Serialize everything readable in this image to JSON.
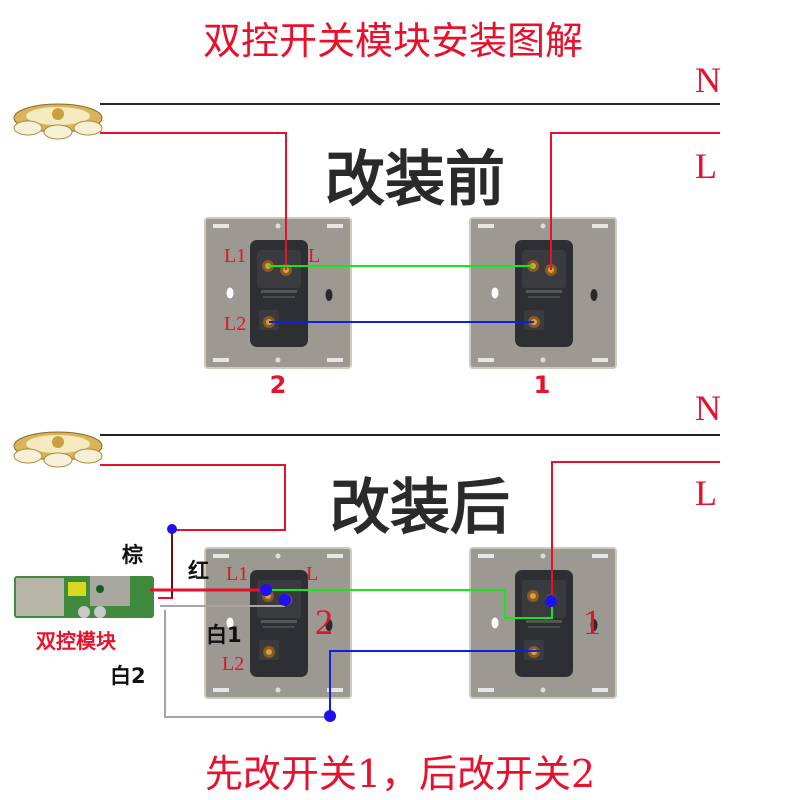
{
  "title": "双控开关模块安装图解",
  "before": {
    "heading": "改装前",
    "line_n": "N",
    "line_l": "L",
    "switch_left": {
      "number": "2",
      "t_l1": "L1",
      "t_l": "L",
      "t_l2": "L2"
    },
    "switch_right": {
      "number": "1"
    }
  },
  "after": {
    "heading": "改装后",
    "line_n": "N",
    "line_l": "L",
    "switch_left": {
      "number": "2",
      "t_l1": "L1",
      "t_l": "L",
      "t_l2": "L2"
    },
    "switch_right": {
      "number": "1"
    },
    "module_label": "双控模块",
    "wire_brown": "棕",
    "wire_red": "红",
    "wire_white1": "白1",
    "wire_white2": "白2"
  },
  "footer": "先改开关1，后改开关2",
  "colors": {
    "live": "#e8102a",
    "neutral": "#222222",
    "traveler1": "#19e619",
    "traveler2": "#1020e0",
    "dot": "#2010f0",
    "white_wire": "#a8a4a4",
    "brown_wire": "#6a1010"
  }
}
